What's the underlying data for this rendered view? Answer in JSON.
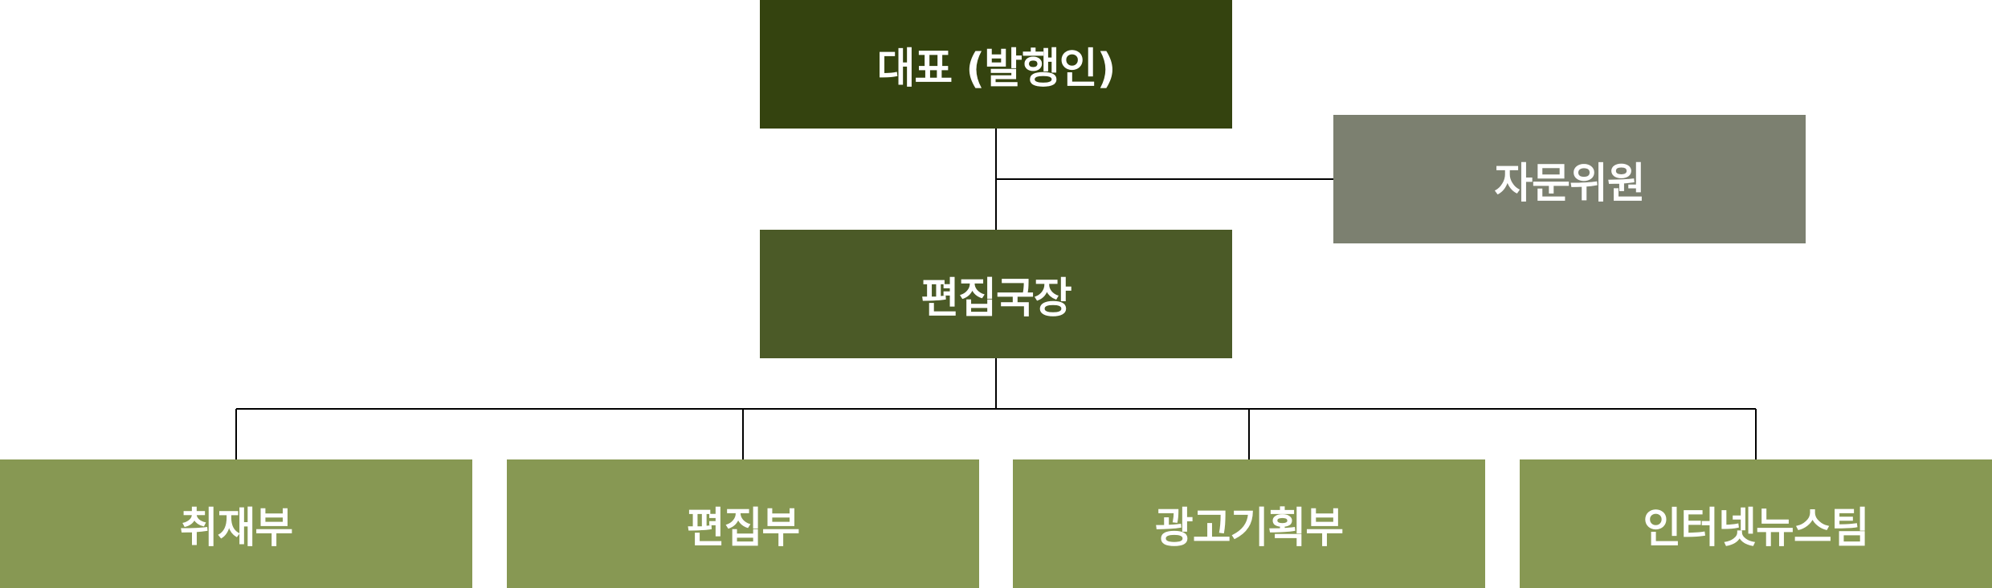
{
  "org_chart": {
    "ceo": {
      "label": "대표 (발행인)"
    },
    "advisor": {
      "label": "자문위원"
    },
    "editor_in_chief": {
      "label": "편집국장"
    },
    "departments": [
      {
        "label": "취재부"
      },
      {
        "label": "편집부"
      },
      {
        "label": "광고기획부"
      },
      {
        "label": "인터넷뉴스팀"
      }
    ]
  },
  "colors": {
    "ceo": "#34430f",
    "advisor": "#7c8070",
    "editor_in_chief": "#4b5a27",
    "department": "#879853",
    "connector": "#000000",
    "text": "#ffffff"
  }
}
